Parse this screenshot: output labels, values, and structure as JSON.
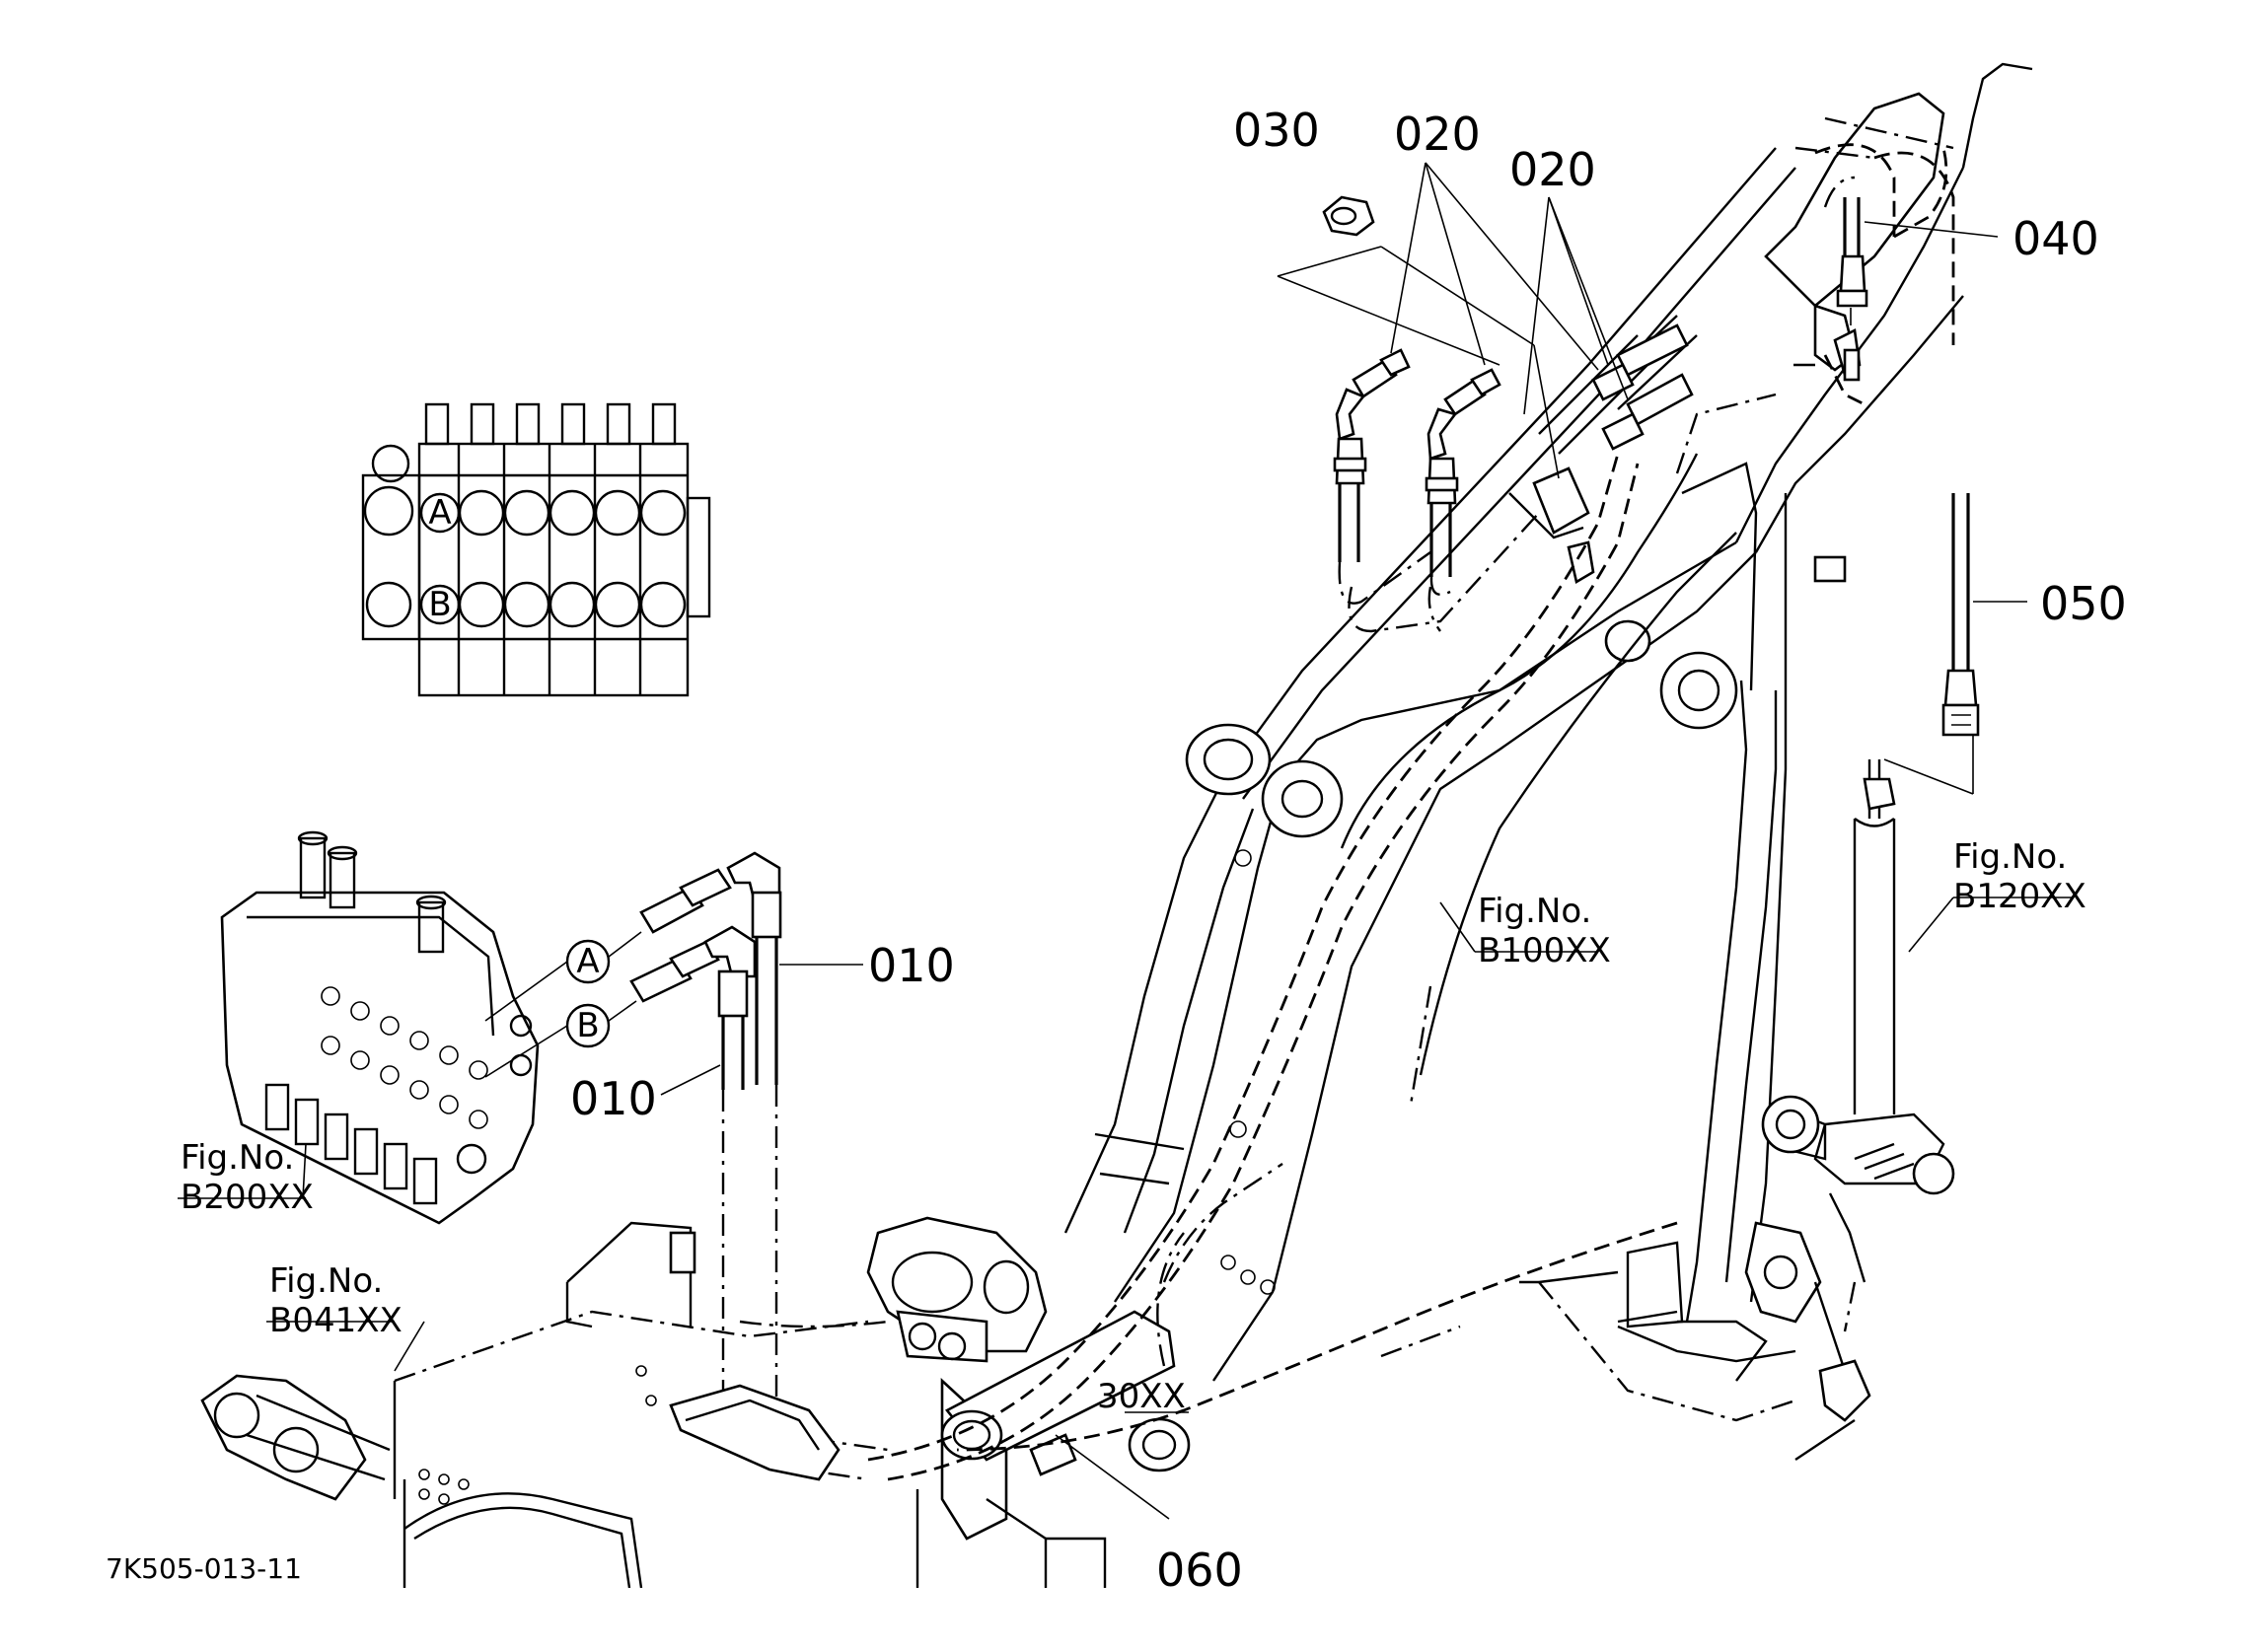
{
  "diagram": {
    "part_labels": [
      {
        "id": "030",
        "text": "030"
      },
      {
        "id": "020a",
        "text": "020"
      },
      {
        "id": "020b",
        "text": "020"
      },
      {
        "id": "040",
        "text": "040"
      },
      {
        "id": "050",
        "text": "050"
      },
      {
        "id": "010a",
        "text": "010"
      },
      {
        "id": "010b",
        "text": "010"
      },
      {
        "id": "060",
        "text": "060"
      }
    ],
    "figure_refs": [
      {
        "id": "b100",
        "line1": "Fig.No.",
        "line2": "B100XX"
      },
      {
        "id": "b120",
        "line1": "Fig.No.",
        "line2": "B120XX"
      },
      {
        "id": "b200",
        "line1": "Fig.No.",
        "line2": "B200XX"
      },
      {
        "id": "b041",
        "line1": "Fig.No.",
        "line2": "B041XX"
      }
    ],
    "partial_ref": "30XX",
    "port_labels": {
      "a": "A",
      "b": "B"
    },
    "drawing_number": "7K505-013-11"
  }
}
